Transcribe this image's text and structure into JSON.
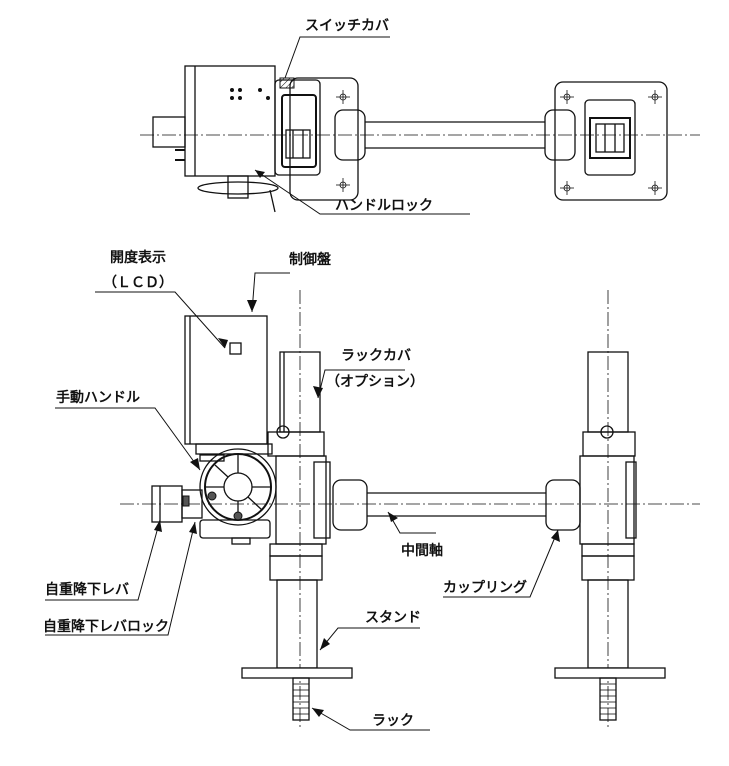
{
  "labels": {
    "switch_cover": "スイッチカバ",
    "handle_lock": "ハンドルロック",
    "opening_display": "開度表示",
    "lcd": "（ＬＣＤ）",
    "control_panel": "制御盤",
    "rack_cover": "ラックカバ",
    "option": "（オプション）",
    "manual_handle": "手動ハンドル",
    "intermediate_shaft": "中間軸",
    "coupling": "カップリング",
    "gravity_lever": "自重降下レバ",
    "gravity_lever_lock": "自重降下レバロック",
    "stand": "スタンド",
    "rack": "ラック"
  }
}
